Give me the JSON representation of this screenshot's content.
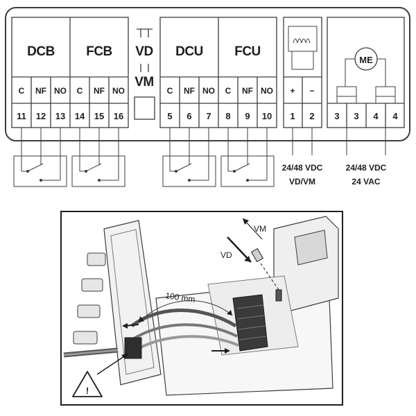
{
  "wiring": {
    "groups": [
      {
        "title": "DCB",
        "terminals": [
          "C",
          "NF",
          "NO"
        ],
        "numbers": [
          "11",
          "12",
          "13"
        ]
      },
      {
        "title": "FCB",
        "terminals": [
          "C",
          "NF",
          "NO"
        ],
        "numbers": [
          "14",
          "15",
          "16"
        ]
      },
      {
        "title": "DCU",
        "terminals": [
          "C",
          "NF",
          "NO"
        ],
        "numbers": [
          "5",
          "6",
          "7"
        ]
      },
      {
        "title": "FCU",
        "terminals": [
          "C",
          "NF",
          "NO"
        ],
        "numbers": [
          "8",
          "9",
          "10"
        ]
      }
    ],
    "selector": {
      "top": "VD",
      "bottom": "VM"
    },
    "dc_block": {
      "terminals": [
        "+",
        "−"
      ],
      "numbers": [
        "1",
        "2"
      ],
      "voltage": "24/48 VDC",
      "mode": "VD/VM"
    },
    "motor_block": {
      "motor": "ME",
      "numbers": [
        "3",
        "3",
        "4",
        "4"
      ],
      "voltage_dc": "24/48 VDC",
      "voltage_ac": "24 VAC"
    }
  },
  "illustration": {
    "cable_length": "100 mm",
    "vd_label": "VD",
    "vm_label": "VM",
    "warning_glyph": "!"
  }
}
